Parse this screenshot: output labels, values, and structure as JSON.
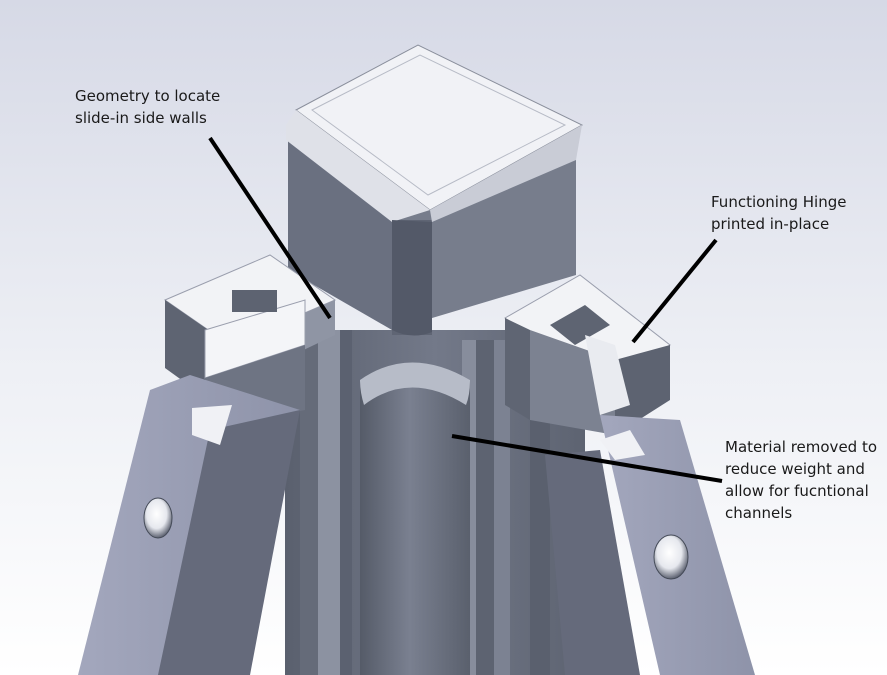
{
  "colors": {
    "background_top": "#dde0ec",
    "background_bottom": "#ffffff",
    "body_dark": "#5f6573",
    "body_mid": "#7d8392",
    "body_light": "#a9aebc",
    "face_white": "#f4f5f8",
    "leg": "#9ea2b8",
    "leg_dark": "#656a7b",
    "leader_line": "#000000"
  },
  "annotations": [
    {
      "id": "geometry",
      "lines": [
        "Geometry to locate",
        "slide-in side walls"
      ]
    },
    {
      "id": "hinge",
      "lines": [
        "Functioning Hinge",
        "printed in-place"
      ]
    },
    {
      "id": "material",
      "lines": [
        "Material removed to",
        "reduce weight and",
        "allow for fucntional",
        "channels"
      ]
    }
  ]
}
